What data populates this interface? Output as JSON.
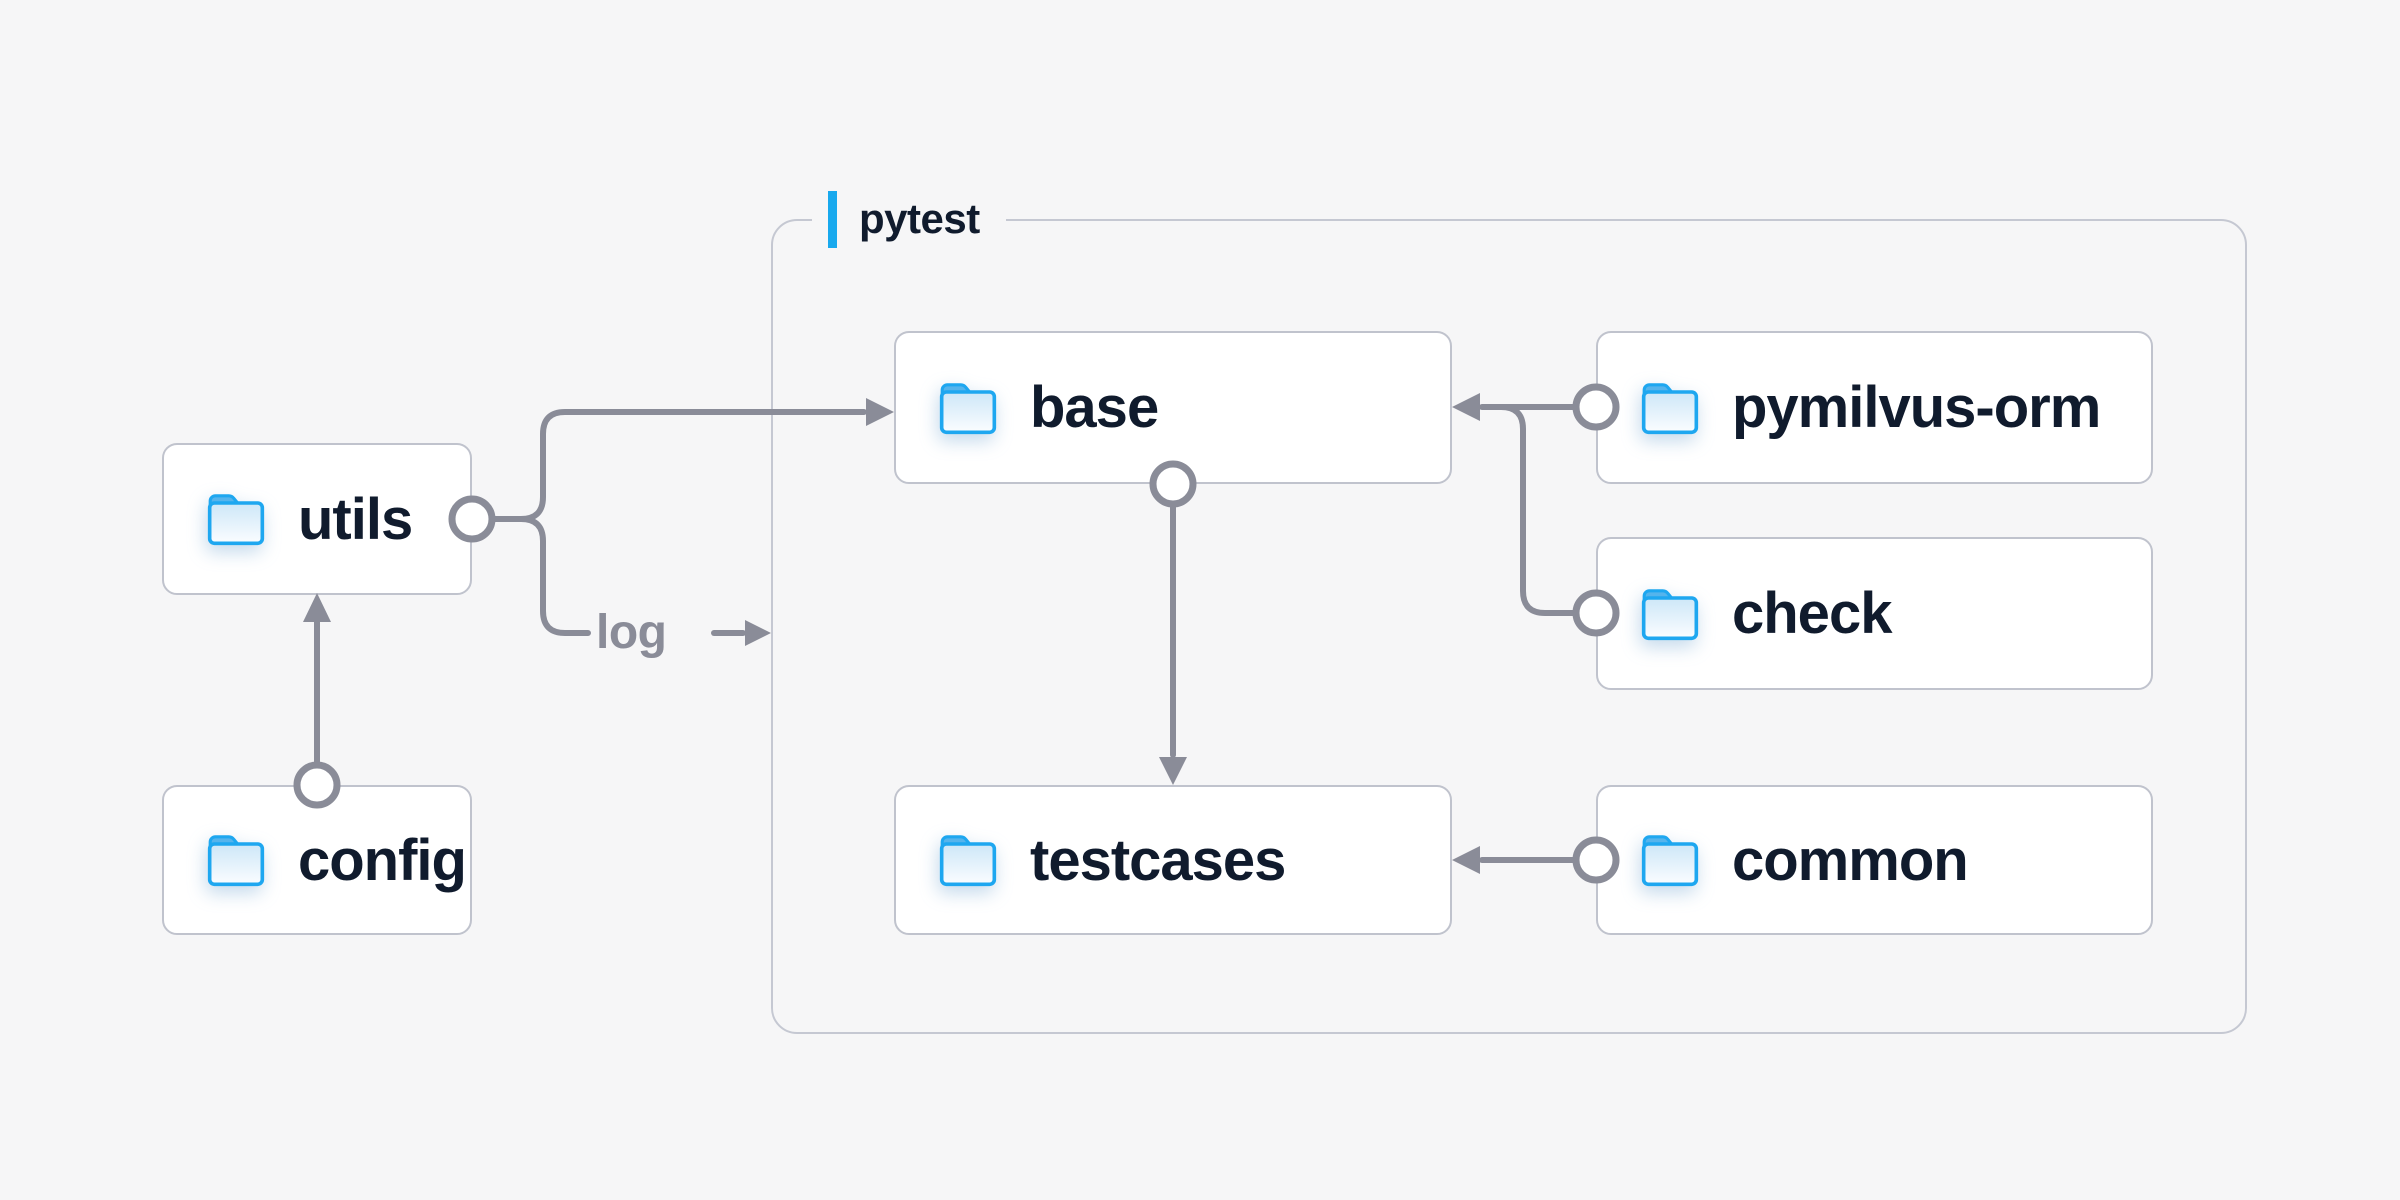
{
  "container": {
    "label": "pytest"
  },
  "nodes": {
    "utils": {
      "label": "utils",
      "icon": "folder-icon"
    },
    "config": {
      "label": "config",
      "icon": "folder-icon"
    },
    "base": {
      "label": "base",
      "icon": "folder-icon"
    },
    "pymilvus_orm": {
      "label": "pymilvus-orm",
      "icon": "folder-icon"
    },
    "check": {
      "label": "check",
      "icon": "folder-icon"
    },
    "testcases": {
      "label": "testcases",
      "icon": "folder-icon"
    },
    "common": {
      "label": "common",
      "icon": "folder-icon"
    }
  },
  "edges": [
    {
      "from": "config",
      "to": "utils",
      "style": "arrow"
    },
    {
      "from": "utils",
      "to": "base",
      "style": "arrow"
    },
    {
      "from": "utils",
      "to": "pytest",
      "style": "arrow",
      "label": "log"
    },
    {
      "from": "pymilvus-orm",
      "to": "base",
      "style": "arrow"
    },
    {
      "from": "check",
      "to": "base",
      "style": "arrow"
    },
    {
      "from": "base",
      "to": "testcases",
      "style": "arrow"
    },
    {
      "from": "common",
      "to": "testcases",
      "style": "arrow"
    }
  ],
  "colors": {
    "background": "#f6f6f7",
    "node_background": "#ffffff",
    "node_border": "#c0c3cd",
    "group_border": "#c5c8d2",
    "connector": "#8a8c98",
    "text": "#101b2d",
    "accent_blue": "#18a9ee",
    "folder_stroke": "#1ea7f0",
    "folder_tab": "#55b4ec",
    "folder_fill_top": "#cde7f8",
    "folder_fill_bottom": "#fbfdff"
  }
}
